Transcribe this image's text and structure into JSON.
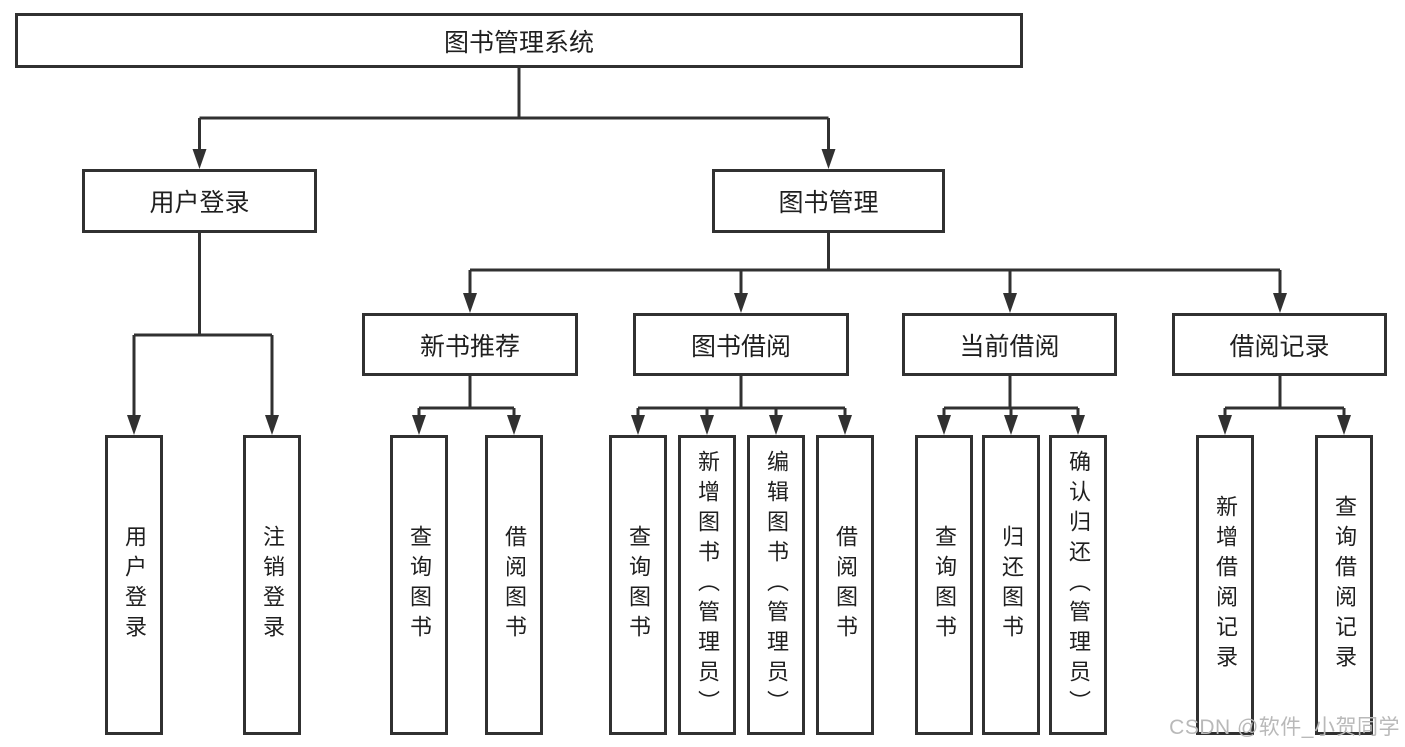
{
  "tree": {
    "label": "图书管理系统",
    "children": [
      {
        "label": "用户登录",
        "children": [
          {
            "label": "用户登录"
          },
          {
            "label": "注销登录"
          }
        ]
      },
      {
        "label": "图书管理",
        "children": [
          {
            "label": "新书推荐",
            "children": [
              {
                "label": "查询图书"
              },
              {
                "label": "借阅图书"
              }
            ]
          },
          {
            "label": "图书借阅",
            "children": [
              {
                "label": "查询图书"
              },
              {
                "label": "新增图书（管理员）"
              },
              {
                "label": "编辑图书（管理员）"
              },
              {
                "label": "借阅图书"
              }
            ]
          },
          {
            "label": "当前借阅",
            "children": [
              {
                "label": "查询图书"
              },
              {
                "label": "归还图书"
              },
              {
                "label": "确认归还（管理员）"
              }
            ]
          },
          {
            "label": "借阅记录",
            "children": [
              {
                "label": "新增借阅记录"
              },
              {
                "label": "查询借阅记录"
              }
            ]
          }
        ]
      }
    ]
  },
  "watermark": "CSDN @软件_小贺同学",
  "style": {
    "line_color": "#313131",
    "text_color": "#1f1f1f",
    "watermark_color": "#b9b9b9",
    "background": "#ffffff"
  }
}
